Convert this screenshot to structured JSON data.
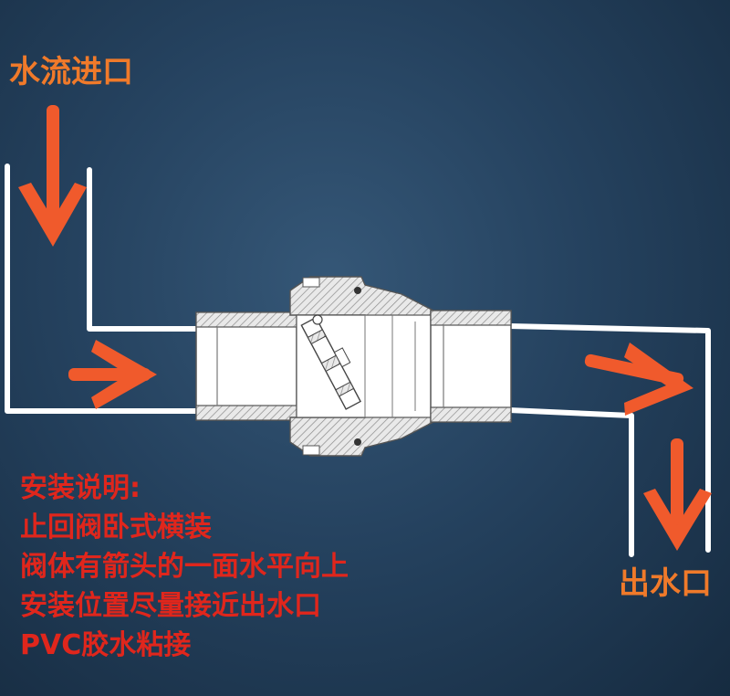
{
  "inlet_label": "水流进口",
  "outlet_label": "出水口",
  "instructions": {
    "title": "安装说明:",
    "lines": [
      "止回阀卧式横装",
      "阀体有箭头的一面水平向上",
      "安装位置尽量接近出水口",
      "PVC胶水粘接"
    ]
  },
  "colors": {
    "background": "#25425f",
    "label": "#f07a2a",
    "arrow": "#f05a2c",
    "instructions": "#e0261c",
    "pipe": "#ffffff"
  }
}
